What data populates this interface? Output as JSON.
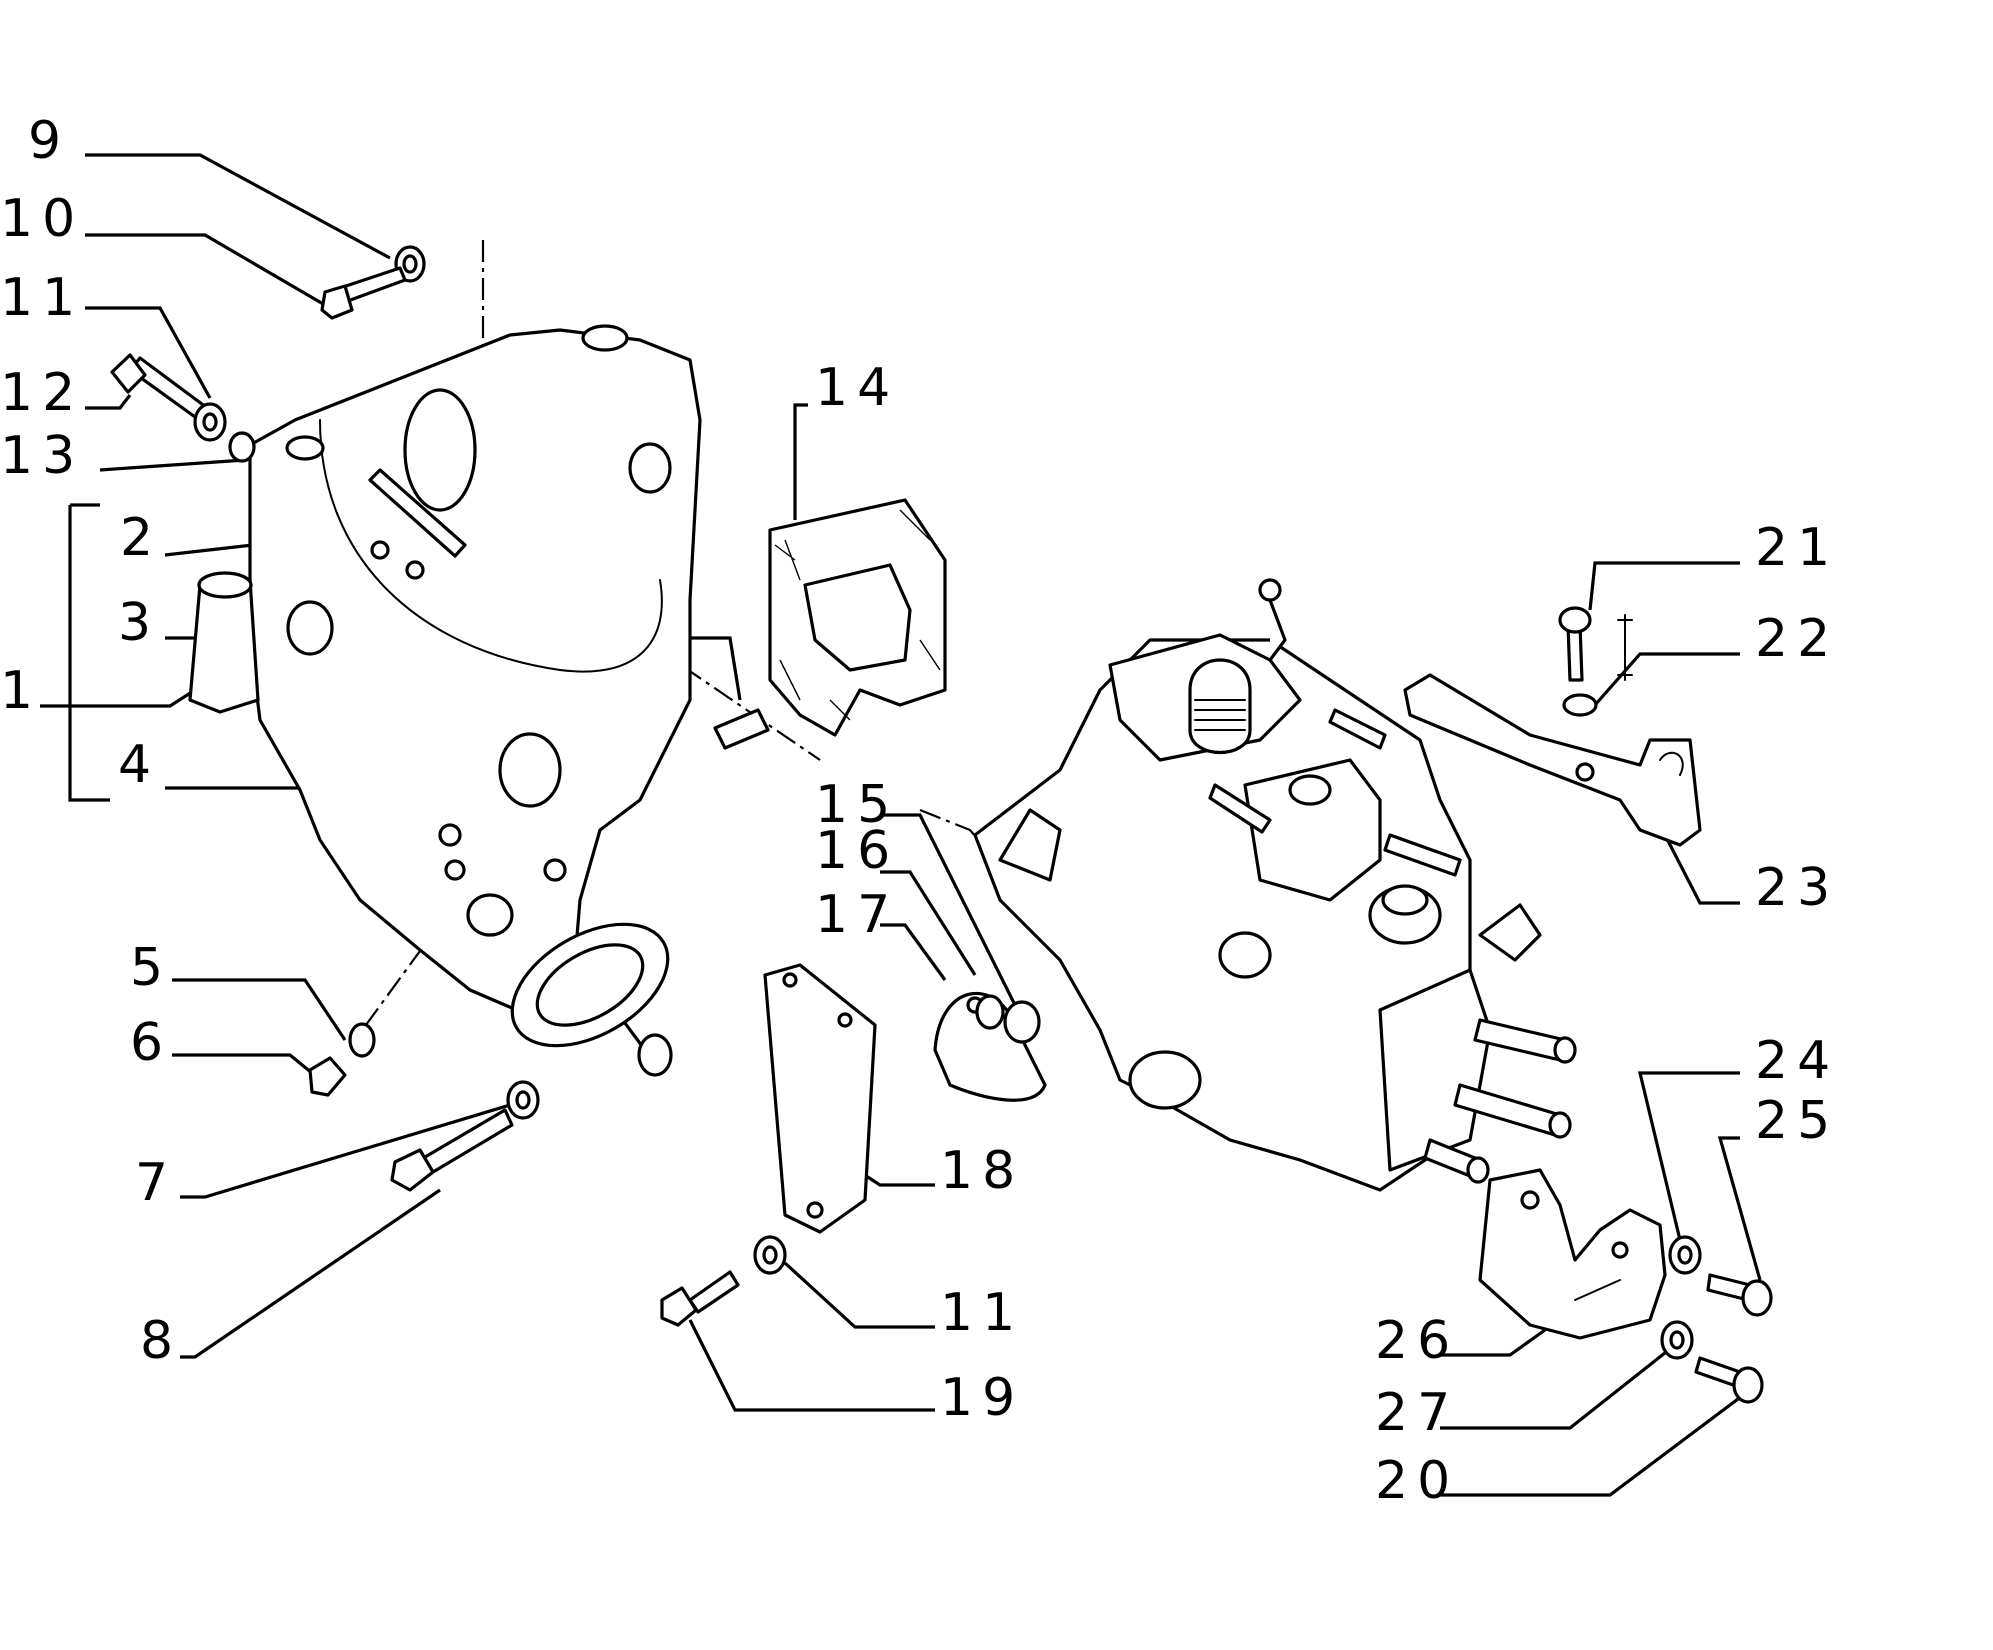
{
  "callouts": {
    "c1": "1",
    "c2": "2",
    "c3": "3",
    "c4": "4",
    "c5": "5",
    "c6": "6",
    "c7": "7",
    "c8": "8",
    "c9": "9",
    "c10": "10",
    "c11a": "11",
    "c11b": "11",
    "c12": "12",
    "c13": "13",
    "c14": "14",
    "c15": "15",
    "c16": "16",
    "c17": "17",
    "c18": "18",
    "c19": "19",
    "c20": "20",
    "c21": "21",
    "c22": "22",
    "c23": "23",
    "c24": "24",
    "c25": "25",
    "c26": "26",
    "c27": "27"
  }
}
